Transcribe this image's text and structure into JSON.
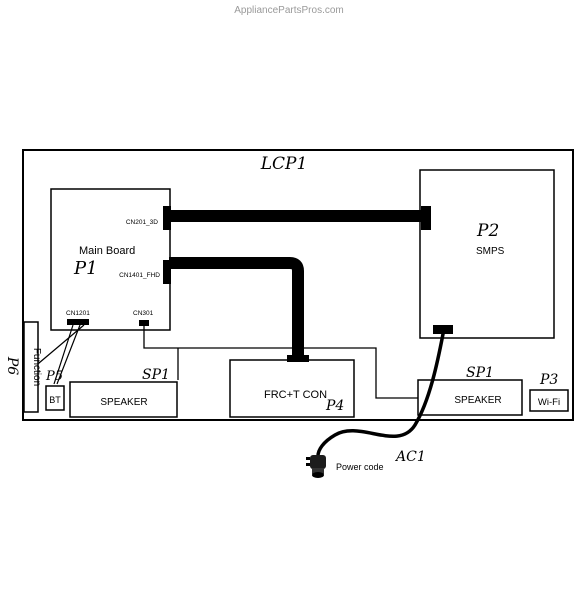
{
  "header": {
    "watermark": "AppliancePartsPros.com"
  },
  "diagram": {
    "lcp1_label": "LCP1",
    "main_board": {
      "ref": "P1",
      "name": "Main Board",
      "connectors": [
        "CN201_3D",
        "CN1401_FHD",
        "CN1201",
        "CN301"
      ]
    },
    "smps": {
      "ref": "P2",
      "name": "SMPS"
    },
    "function_panel": {
      "ref": "P6",
      "name": "Function"
    },
    "bt_module": {
      "ref": "P5",
      "name": "BT"
    },
    "speaker_left": {
      "ref": "SP1",
      "name": "SPEAKER"
    },
    "frc_board": {
      "ref": "P4",
      "name": "FRC+T CON"
    },
    "speaker_right": {
      "ref": "SP1",
      "name": "SPEAKER"
    },
    "wifi_module": {
      "ref": "P3",
      "name": "Wi-Fi"
    },
    "power_cord": {
      "ref": "AC1",
      "name": "Power code"
    }
  }
}
